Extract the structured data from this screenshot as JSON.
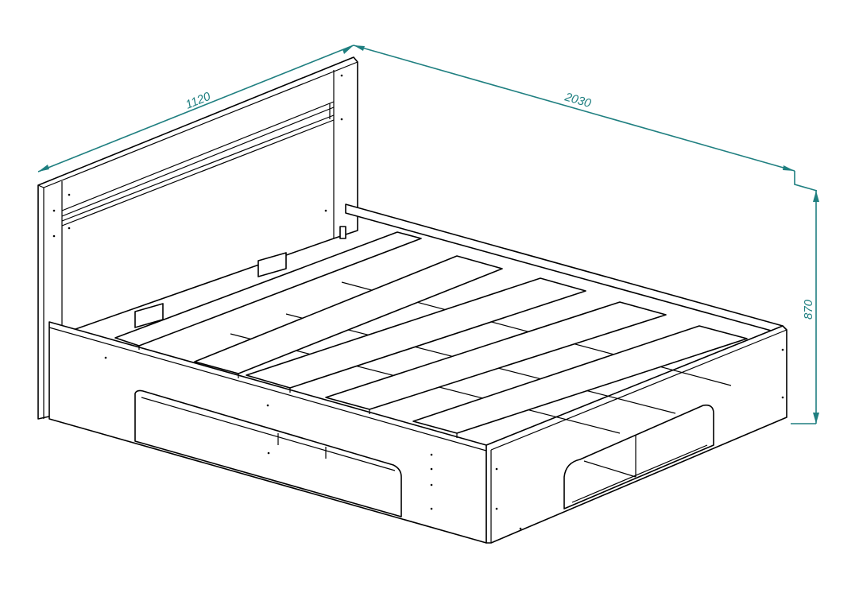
{
  "drawing": {
    "subject": "bed",
    "dimension_color": "#1f7f80",
    "dimensions": {
      "width": "1120",
      "length": "2030",
      "height": "870"
    }
  }
}
